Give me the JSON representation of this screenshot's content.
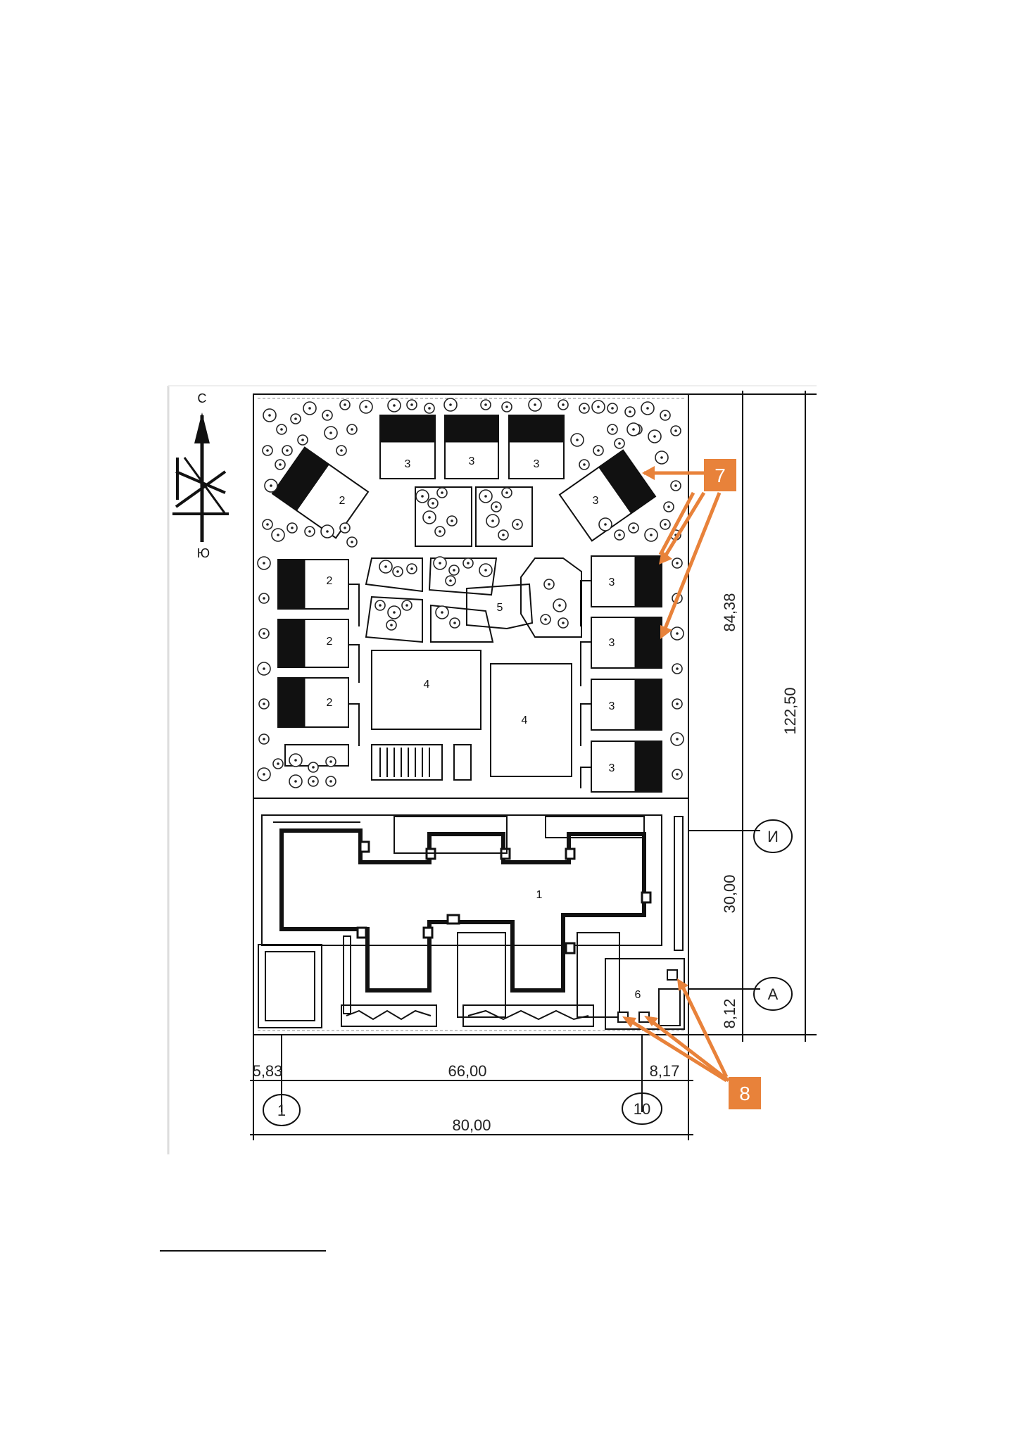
{
  "compass": {
    "north": "С",
    "south": "Ю"
  },
  "labels": {
    "building_main": "1",
    "zone_a": "2",
    "zone_b": "3",
    "zone_c": "4",
    "zone_d": "5",
    "zone_e": "6"
  },
  "callouts": {
    "c7": "7",
    "c8": "8",
    "color": "#e8823a"
  },
  "dimensions": {
    "d583": "5,83",
    "d66": "66,00",
    "d817": "8,17",
    "d80": "80,00",
    "d8438": "84,38",
    "d12250": "122,50",
    "d30": "30,00",
    "d812": "8,12"
  },
  "axes": {
    "a1": "1",
    "a10": "10",
    "aI": "И",
    "aA": "А"
  }
}
